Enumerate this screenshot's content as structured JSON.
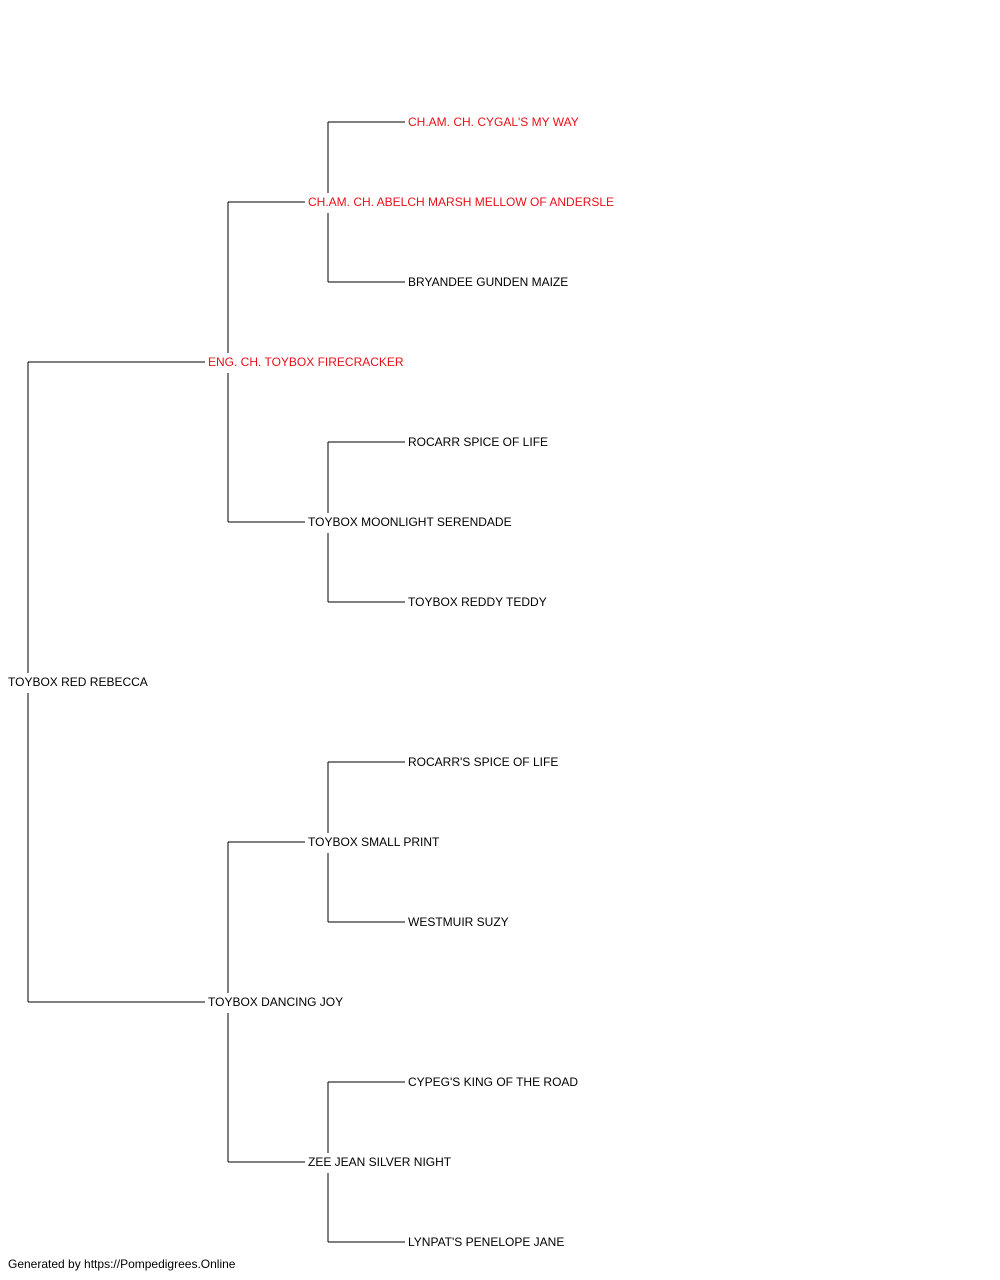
{
  "pedigree": {
    "subject": {
      "name": "TOYBOX RED REBECCA",
      "champion": false
    },
    "sire": {
      "name": "ENG. CH. TOYBOX FIRECRACKER",
      "champion": true,
      "sire": {
        "name": "CH.AM. CH. ABELCH MARSH MELLOW OF ANDERSLE",
        "champion": true,
        "sire": {
          "name": "CH.AM. CH. CYGAL'S MY WAY",
          "champion": true
        },
        "dam": {
          "name": "BRYANDEE GUNDEN MAIZE",
          "champion": false
        }
      },
      "dam": {
        "name": "TOYBOX MOONLIGHT SERENDADE",
        "champion": false,
        "sire": {
          "name": "ROCARR SPICE OF LIFE",
          "champion": false
        },
        "dam": {
          "name": "TOYBOX REDDY TEDDY",
          "champion": false
        }
      }
    },
    "dam": {
      "name": "TOYBOX DANCING JOY",
      "champion": false,
      "sire": {
        "name": "TOYBOX SMALL PRINT",
        "champion": false,
        "sire": {
          "name": "ROCARR'S SPICE OF LIFE",
          "champion": false
        },
        "dam": {
          "name": "WESTMUIR SUZY",
          "champion": false
        }
      },
      "dam": {
        "name": "ZEE JEAN SILVER NIGHT",
        "champion": false,
        "sire": {
          "name": "CYPEG'S KING OF THE ROAD",
          "champion": false
        },
        "dam": {
          "name": "LYNPAT'S PENELOPE JANE",
          "champion": false
        }
      }
    }
  },
  "colors": {
    "champion": "#e8101a",
    "normal": "#000000",
    "line": "#000000"
  },
  "footer": "Generated by https://Pompedigrees.Online"
}
